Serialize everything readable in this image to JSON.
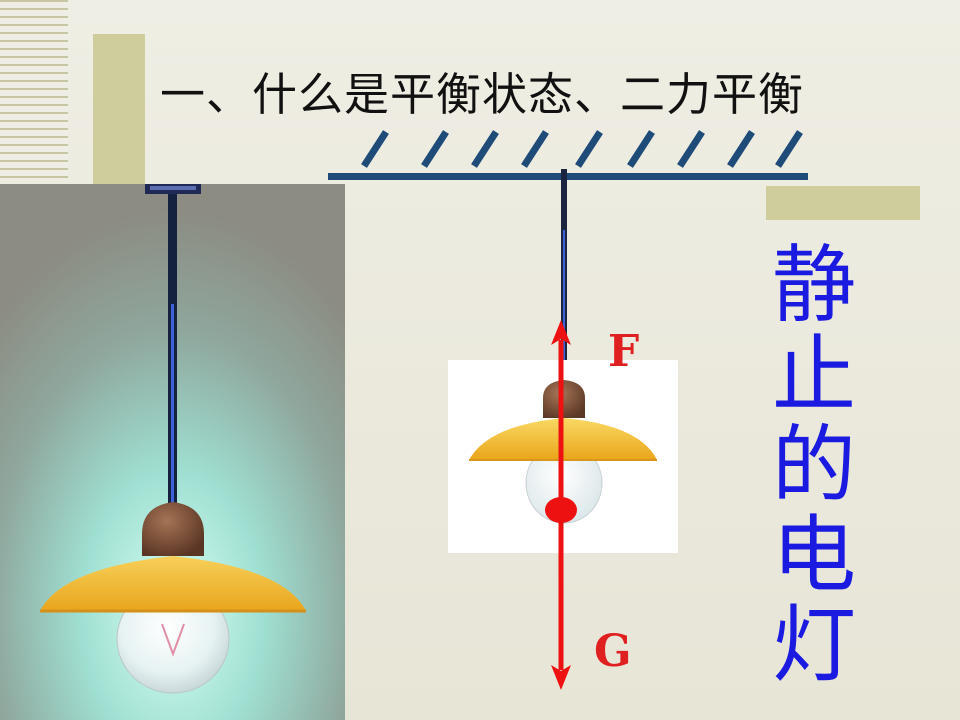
{
  "slide": {
    "title": "一、什么是平衡状态、二力平衡",
    "caption_chars": [
      "静",
      "止",
      "的",
      "电",
      "灯"
    ]
  },
  "forces": {
    "up_label": "F",
    "down_label": "G"
  },
  "colors": {
    "accent_bar": "#cfcd9c",
    "ceiling": "#1e4b78",
    "force_arrow": "#e02020",
    "caption": "#1a1ae0",
    "shade": "#f6c32a"
  },
  "icons": {
    "ceiling": "hatched-ceiling-icon",
    "lamp": "hanging-lamp-icon"
  }
}
